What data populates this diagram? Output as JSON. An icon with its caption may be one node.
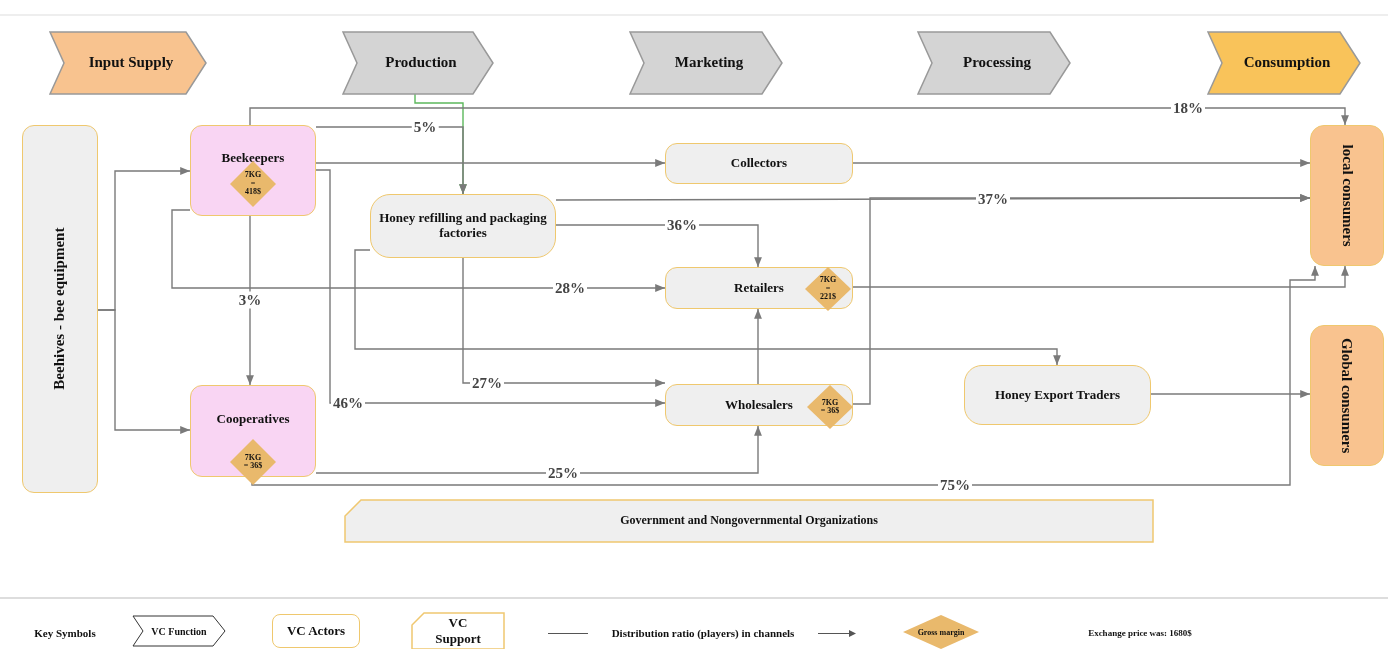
{
  "diagram": {
    "nodes": [
      {
        "text": [
          "Input Supply"
        ]
      },
      {
        "text": [
          "Production"
        ]
      },
      {
        "text": [
          "Marketing"
        ]
      },
      {
        "text": [
          "Processing"
        ]
      },
      {
        "text": [
          "Consumption"
        ]
      },
      {
        "text": [
          "Beehives - bee equipment"
        ]
      },
      {
        "text": [
          "Beekeepers"
        ]
      },
      {
        "text": [
          "7KG = 418$"
        ],
        "in": 6
      },
      {
        "text": [
          "Honey refilling and packaging factories"
        ]
      },
      {
        "text": [
          "Collectors"
        ]
      },
      {
        "text": [
          "Retailers"
        ]
      },
      {
        "text": [
          "7KG = 221$"
        ],
        "in": 10
      },
      {
        "text": [
          "Wholesalers"
        ]
      },
      {
        "text": [
          "7KG = 36$"
        ],
        "in": 12
      },
      {
        "text": [
          "Cooperatives"
        ]
      },
      {
        "text": [
          "7KG = 36$"
        ],
        "in": 14
      },
      {
        "text": [
          "Honey Export Traders"
        ]
      },
      {
        "text": [
          "local consumers"
        ]
      },
      {
        "text": [
          "Global consumers"
        ]
      },
      {
        "text": [
          "Government and Nongovernmental Organizations"
        ]
      }
    ],
    "edges": [
      {
        "from": 1,
        "to": 8,
        "arrow": "to",
        "color": "#5cb85c"
      },
      {
        "from": 5,
        "to": 6,
        "arrow": "to"
      },
      {
        "from": 5,
        "to": 14,
        "arrow": "to"
      },
      {
        "from": 6,
        "to": 17,
        "arrow": "to",
        "label": "18%"
      },
      {
        "from": 6,
        "to": 8,
        "arrow": "to",
        "label": "5%"
      },
      {
        "from": 6,
        "to": 9,
        "arrow": "to"
      },
      {
        "from": 6,
        "to": 12,
        "arrow": "to",
        "label": "46%"
      },
      {
        "from": 6,
        "to": 14,
        "arrow": "to",
        "label": "3%"
      },
      {
        "from": 6,
        "to": 10,
        "arrow": "to",
        "label": "28%"
      },
      {
        "from": 9,
        "to": 17,
        "arrow": "to"
      },
      {
        "from": 8,
        "to": 17,
        "arrow": "to",
        "label": "37%"
      },
      {
        "from": 8,
        "to": 10,
        "arrow": "to",
        "label": "36%"
      },
      {
        "from": 8,
        "to": 12,
        "arrow": "to",
        "label": "27%"
      },
      {
        "from": 8,
        "to": 16,
        "arrow": "to"
      },
      {
        "from": 10,
        "to": 17,
        "arrow": "to"
      },
      {
        "from": 12,
        "to": 10,
        "arrow": "to"
      },
      {
        "from": 12,
        "to": 17,
        "arrow": "to"
      },
      {
        "from": 14,
        "to": 12,
        "arrow": "to",
        "label": "25%"
      },
      {
        "from": 14,
        "to": 17,
        "arrow": "to",
        "label": "75%"
      },
      {
        "from": 16,
        "to": 18,
        "arrow": "to"
      }
    ],
    "labels": [
      "Key Symbols",
      "Exchange price was: 1680$"
    ],
    "legend": [
      {
        "text": "VC Function"
      },
      {
        "text": "VC Actors"
      },
      {
        "text": "VC Support"
      },
      {
        "text": "Distribution ratio (players) in channels"
      },
      {
        "text": "Gross margin"
      }
    ]
  }
}
